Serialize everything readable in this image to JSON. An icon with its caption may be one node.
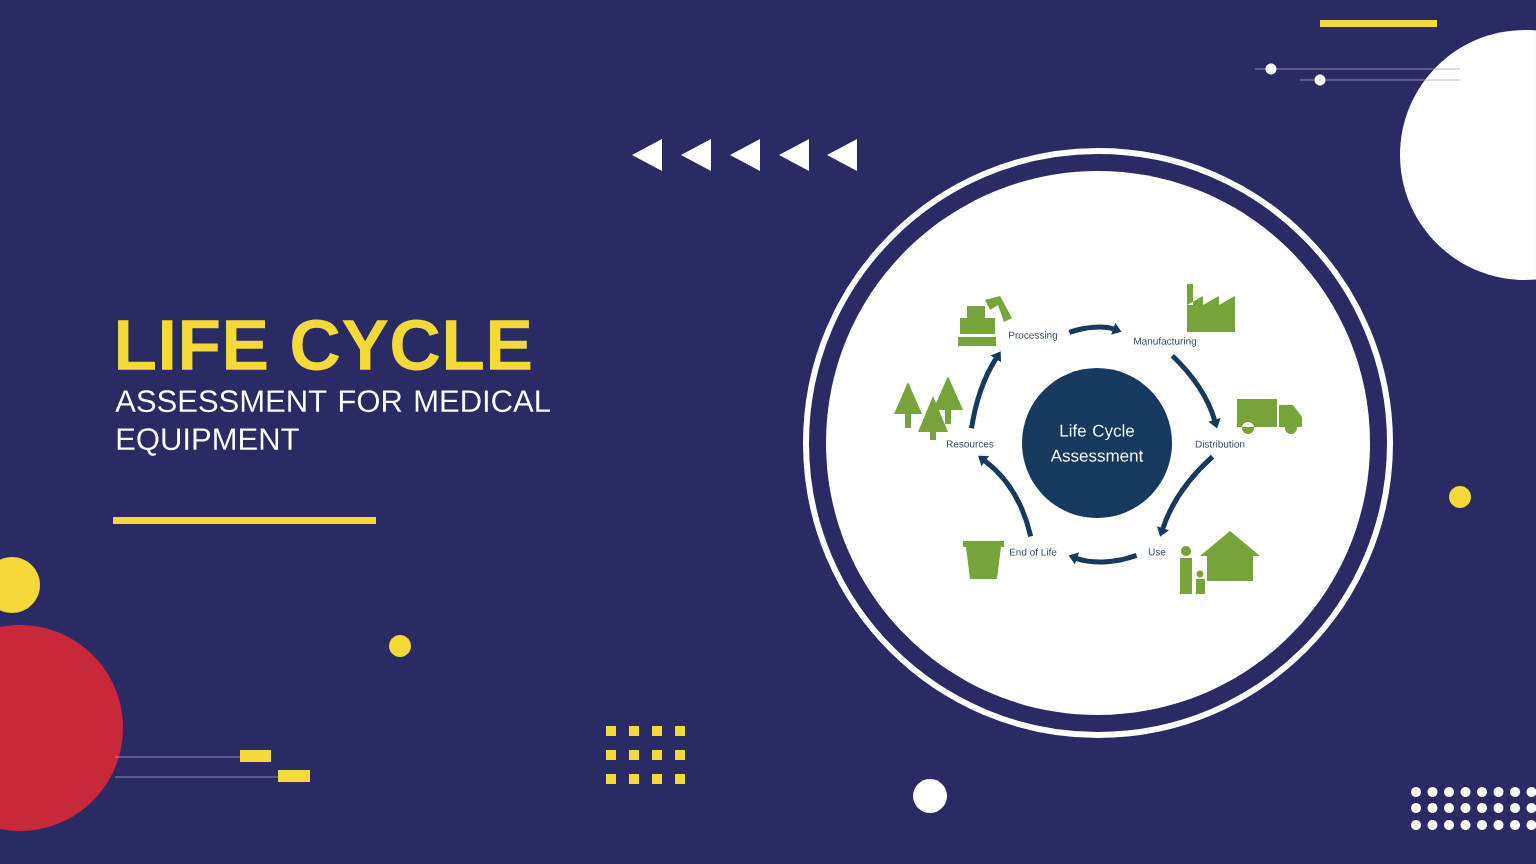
{
  "diagram": {
    "title": "LIFE CYCLE",
    "nodes": [
      {
        "text": [
          "Life Cycle Assessment"
        ]
      },
      {
        "text": [
          "Processing"
        ]
      },
      {
        "text": [
          "Manufacturing"
        ]
      },
      {
        "text": [
          "Distribution"
        ]
      },
      {
        "text": [
          "Use"
        ]
      },
      {
        "text": [
          "End of Life"
        ]
      },
      {
        "text": [
          "Resources"
        ]
      }
    ],
    "edges": [
      {
        "from": 1,
        "to": 2,
        "arrow": "to"
      },
      {
        "from": 2,
        "to": 3,
        "arrow": "to"
      },
      {
        "from": 3,
        "to": 4,
        "arrow": "to"
      },
      {
        "from": 4,
        "to": 5,
        "arrow": "to"
      },
      {
        "from": 5,
        "to": 6,
        "arrow": "to"
      },
      {
        "from": 6,
        "to": 1,
        "arrow": "to"
      }
    ],
    "labels": [
      "ASSESSMENT FOR MEDICAL EQUIPMENT"
    ]
  }
}
